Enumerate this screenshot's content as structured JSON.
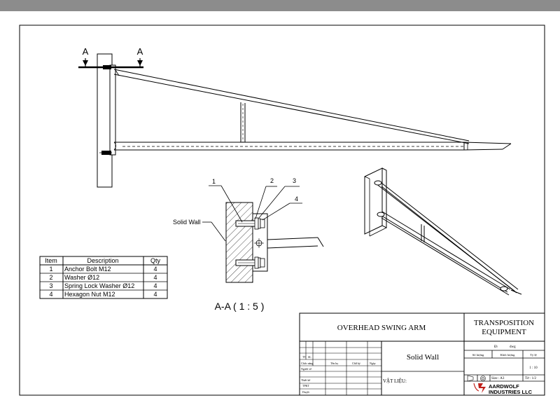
{
  "section": {
    "marker_left": "A",
    "marker_right": "A",
    "view_label": "A-A ( 1 : 5 )"
  },
  "callouts": [
    "1",
    "2",
    "3",
    "4"
  ],
  "wall_label": "Solid Wall",
  "bom": {
    "headers": [
      "Item",
      "Description",
      "Qty"
    ],
    "rows": [
      [
        "1",
        "Anchor Bolt M12",
        "4"
      ],
      [
        "2",
        "Washer Ø12",
        "4"
      ],
      [
        "3",
        "Spring Lock Washer Ø12",
        "4"
      ],
      [
        "4",
        "Hexagon Nut M12",
        "4"
      ]
    ]
  },
  "title_block": {
    "drawing_title": "OVERHEAD SWING ARM",
    "company_line1": "TRANSPOSITION",
    "company_line2": "EQUIPMENT",
    "material_name": "Solid Wall",
    "dv": "Đ\\",
    "dwg": "dwg",
    "so_luong": "Số lượng",
    "khoi_luong": "Khối lượng",
    "ti_le": "Tỷ lệ",
    "scale": "1 : 10",
    "size": "Size : A3",
    "sheet": "Tờ : 1/2",
    "vat_lieu": "VẬT LIỆU:",
    "row_sl": "SL",
    "row_tt": "TT",
    "chuc_nang": "Chức năng",
    "ten_ho": "Tên họ",
    "chu_ky": "Chữ ký",
    "ngay": "Ngày",
    "nguoi_ve": "Người vẽ",
    "thiet_ke": "Thiết kế",
    "tpkt": "TPKT",
    "duyet": "Duyệt",
    "logo_line1": "AARDWOLF",
    "logo_line2": "INDUSTRIES LLC"
  }
}
